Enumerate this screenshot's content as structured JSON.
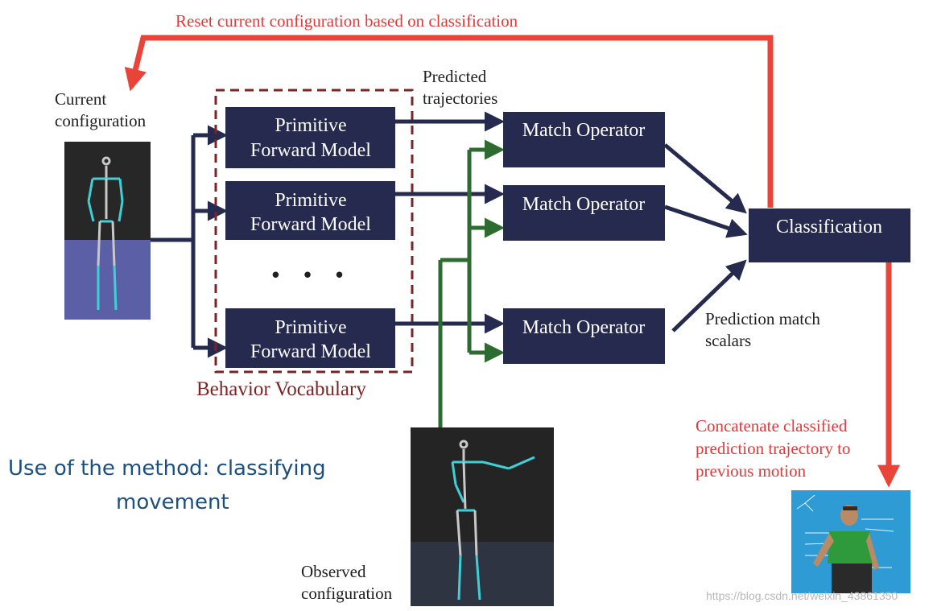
{
  "colors": {
    "box_fill": "#262a4f",
    "box_text": "#ffffff",
    "navy_arrow": "#262a4f",
    "green_arrow": "#2e6b30",
    "red_arrow": "#e8443a",
    "vocab_border": "#7a2525",
    "title_blue": "#1d4f7e"
  },
  "feedback_label": "Reset current configuration based on classification",
  "current_config_label": [
    "Current",
    "configuration"
  ],
  "predicted_label": [
    "Predicted",
    "trajectories"
  ],
  "primitive_models": [
    {
      "line1": "Primitive",
      "line2": "Forward Model"
    },
    {
      "line1": "Primitive",
      "line2": "Forward Model"
    },
    {
      "line1": "Primitive",
      "line2": "Forward Model"
    }
  ],
  "ellipsis": "• • •",
  "match_operators": [
    "Match Operator",
    "Match Operator",
    "Match Operator"
  ],
  "classification": "Classification",
  "vocabulary_label": "Behavior Vocabulary",
  "prediction_scalars_label": [
    "Prediction match",
    "scalars"
  ],
  "concatenate_label": [
    "Concatenate classified",
    "prediction trajectory to",
    "previous motion"
  ],
  "observed_label": [
    "Observed",
    "configuration"
  ],
  "slide_title": [
    "Use of the method: classifying",
    "movement"
  ],
  "watermark": "https://blog.csdn.net/weixin_43861350"
}
